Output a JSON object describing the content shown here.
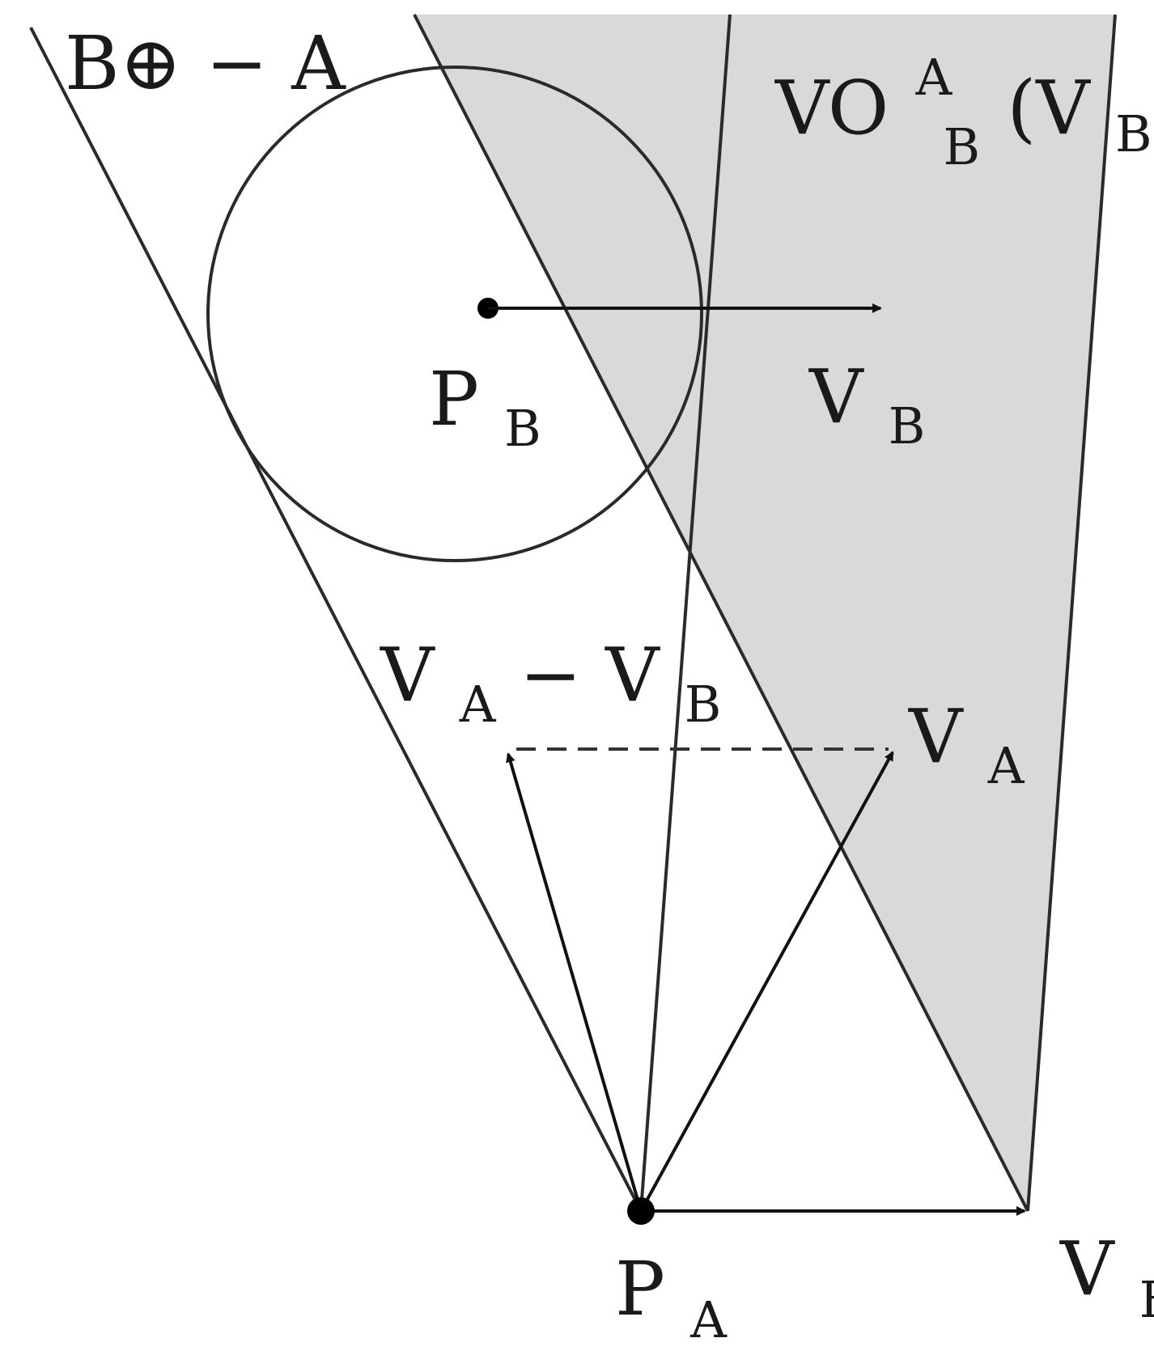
{
  "colors": {
    "background": "#ffffff",
    "velocity_obstacle_fill": "#d9d9d9",
    "stroke": "#2a2a2a",
    "point": "#000000"
  },
  "labels": {
    "minkowski": {
      "text": "B⊕ − A"
    },
    "vo": {
      "main": "VO",
      "sup": "A",
      "sub": "B",
      "arg_open": "(V",
      "arg_sub": "B",
      "arg_close": ")"
    },
    "pb": {
      "main": "P",
      "sub": "B"
    },
    "vb_top": {
      "main": "V",
      "sub": "B"
    },
    "va_minus_vb": {
      "main1": "V",
      "sub1": "A",
      "minus": " − ",
      "main2": "V",
      "sub2": "B"
    },
    "va": {
      "main": "V",
      "sub": "A"
    },
    "pa": {
      "main": "P",
      "sub": "A"
    },
    "vb_bottom": {
      "main": "V",
      "sub": "B"
    }
  }
}
